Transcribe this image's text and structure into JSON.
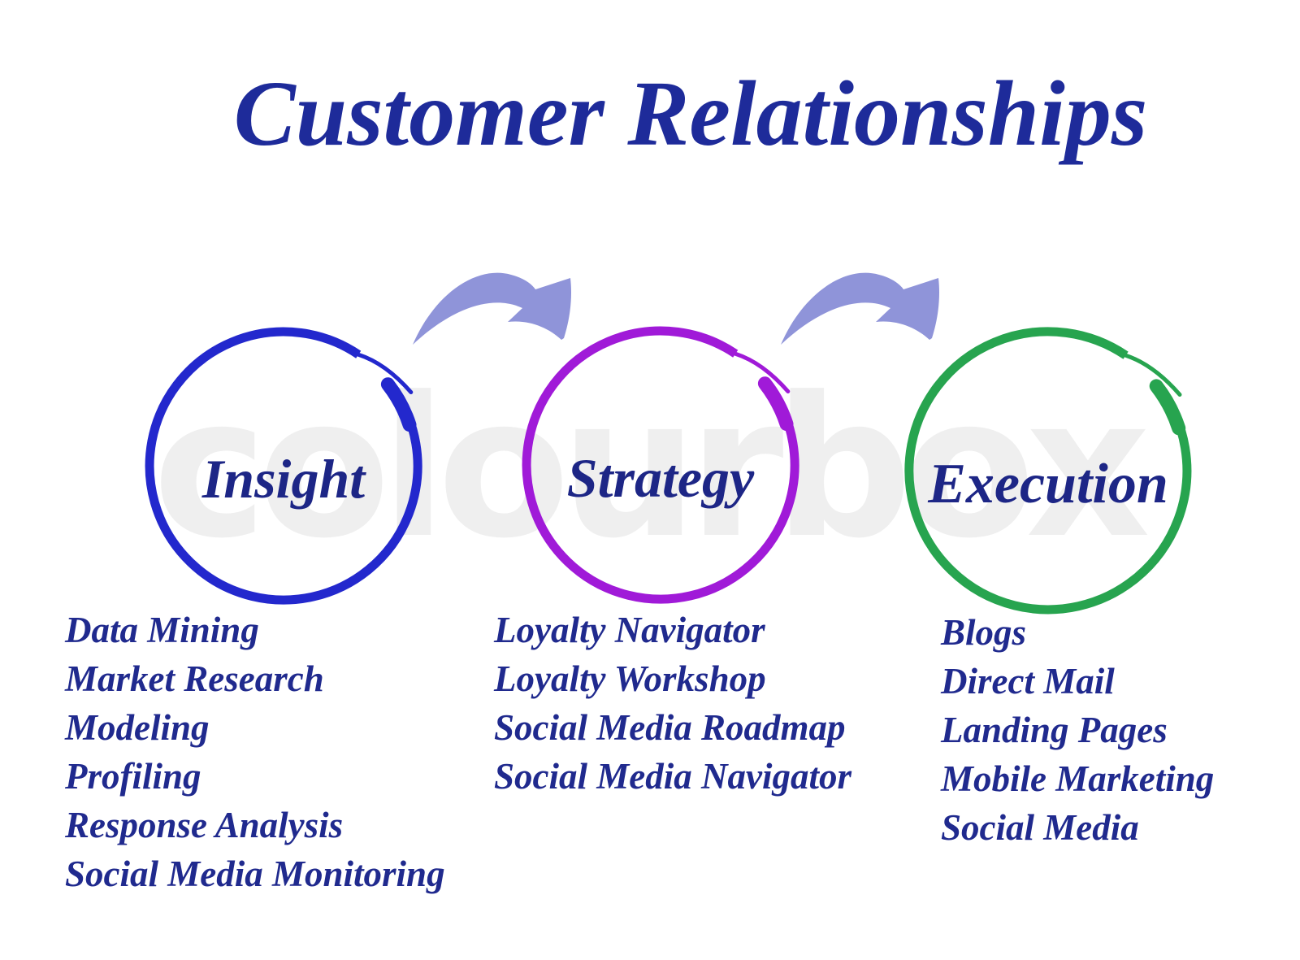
{
  "title": "Customer Relationships",
  "watermark": "colourbox",
  "colors": {
    "title_text": "#1e2b9a",
    "list_text": "#202a8e",
    "label_text": "#1d2686",
    "insight_circle": "#2328cd",
    "strategy_circle": "#a01ad8",
    "execution_circle": "#27a44f",
    "arrow": "#8f94d9",
    "watermark": "#efefef"
  },
  "stages": [
    {
      "label": "Insight",
      "items": [
        "Data Mining",
        "Market Research",
        "Modeling",
        "Profiling",
        "Response Analysis",
        "Social Media Monitoring"
      ]
    },
    {
      "label": "Strategy",
      "items": [
        "Loyalty Navigator",
        "Loyalty Workshop",
        "Social Media Roadmap",
        "Social Media Navigator"
      ]
    },
    {
      "label": "Execution",
      "items": [
        "Blogs",
        "Direct Mail",
        "Landing Pages",
        "Mobile Marketing",
        "Social Media"
      ]
    }
  ]
}
